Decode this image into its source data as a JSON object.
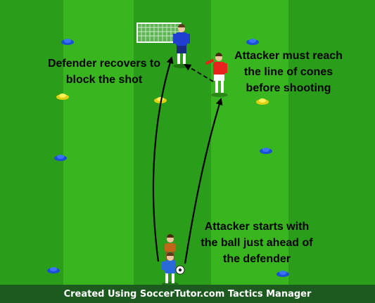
{
  "annotations": {
    "defender_recovers": [
      "Defender recovers to",
      "block the shot"
    ],
    "attacker_must_reach": [
      "Attacker must reach",
      "the line of cones",
      "before shooting"
    ],
    "attacker_starts": [
      "Attacker starts with",
      "the ball just ahead of",
      "the defender"
    ]
  },
  "footer": "Created Using SoccerTutor.com Tactics Manager",
  "colors": {
    "grass_light": "#37b51f",
    "grass_dark": "#27991a",
    "footer_bg": "#1c5a1f",
    "attacker": "#e8231e",
    "defender": "#1f3fcf",
    "cone_yellow": "#f4e21a",
    "cone_blue": "#1a4fd6"
  },
  "icons": [
    "goal-icon",
    "cone-icon",
    "player-icon",
    "ball-icon",
    "arrow-icon"
  ]
}
